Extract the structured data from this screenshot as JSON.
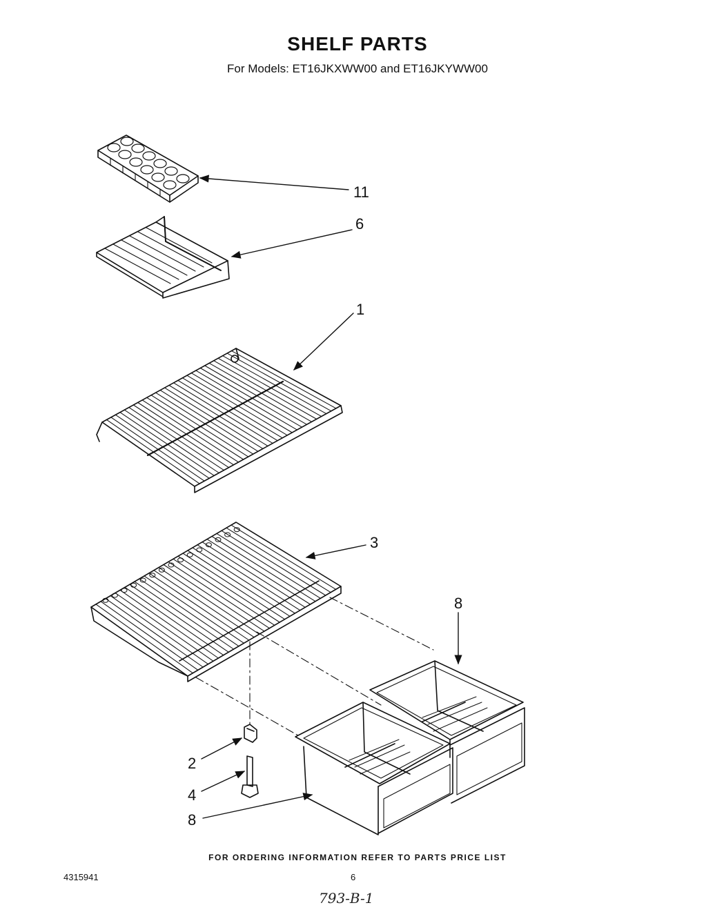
{
  "header": {
    "title": "SHELF PARTS",
    "subtitle": "For Models: ET16JKXWW00 and ET16JKYWW00"
  },
  "callouts": {
    "ice_tray": "11",
    "small_shelf": "6",
    "wire_shelf": "1",
    "crisper_shelf": "3",
    "crisper_right": "8",
    "crisper_left": "8",
    "cap": "2",
    "pin": "4"
  },
  "footer": {
    "note": "FOR ORDERING INFORMATION REFER TO PARTS PRICE LIST",
    "doc_number": "4315941",
    "page_number": "6",
    "handwritten": "793-B-1"
  }
}
